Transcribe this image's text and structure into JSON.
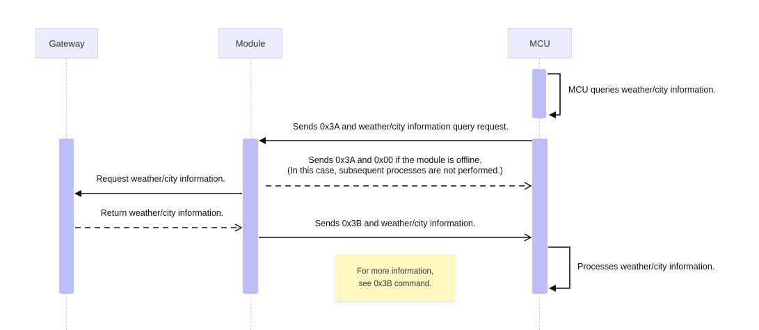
{
  "participants": {
    "gateway": "Gateway",
    "module": "Module",
    "mcu": "MCU"
  },
  "messages": {
    "mcu_self_query": "MCU queries weather/city information.",
    "query_request": "Sends 0x3A and weather/city information query request.",
    "offline_line1": "Sends 0x3A and 0x00 if the module is offline.",
    "offline_line2": "(In this case, subsequent processes are not performed.)",
    "request_gateway": "Request weather/city information.",
    "return_gateway": "Return weather/city information.",
    "send_3b": "Sends 0x3B and weather/city information.",
    "process": "Processes weather/city information."
  },
  "note": {
    "line1": "For more information,",
    "line2": "see 0x3B command."
  }
}
